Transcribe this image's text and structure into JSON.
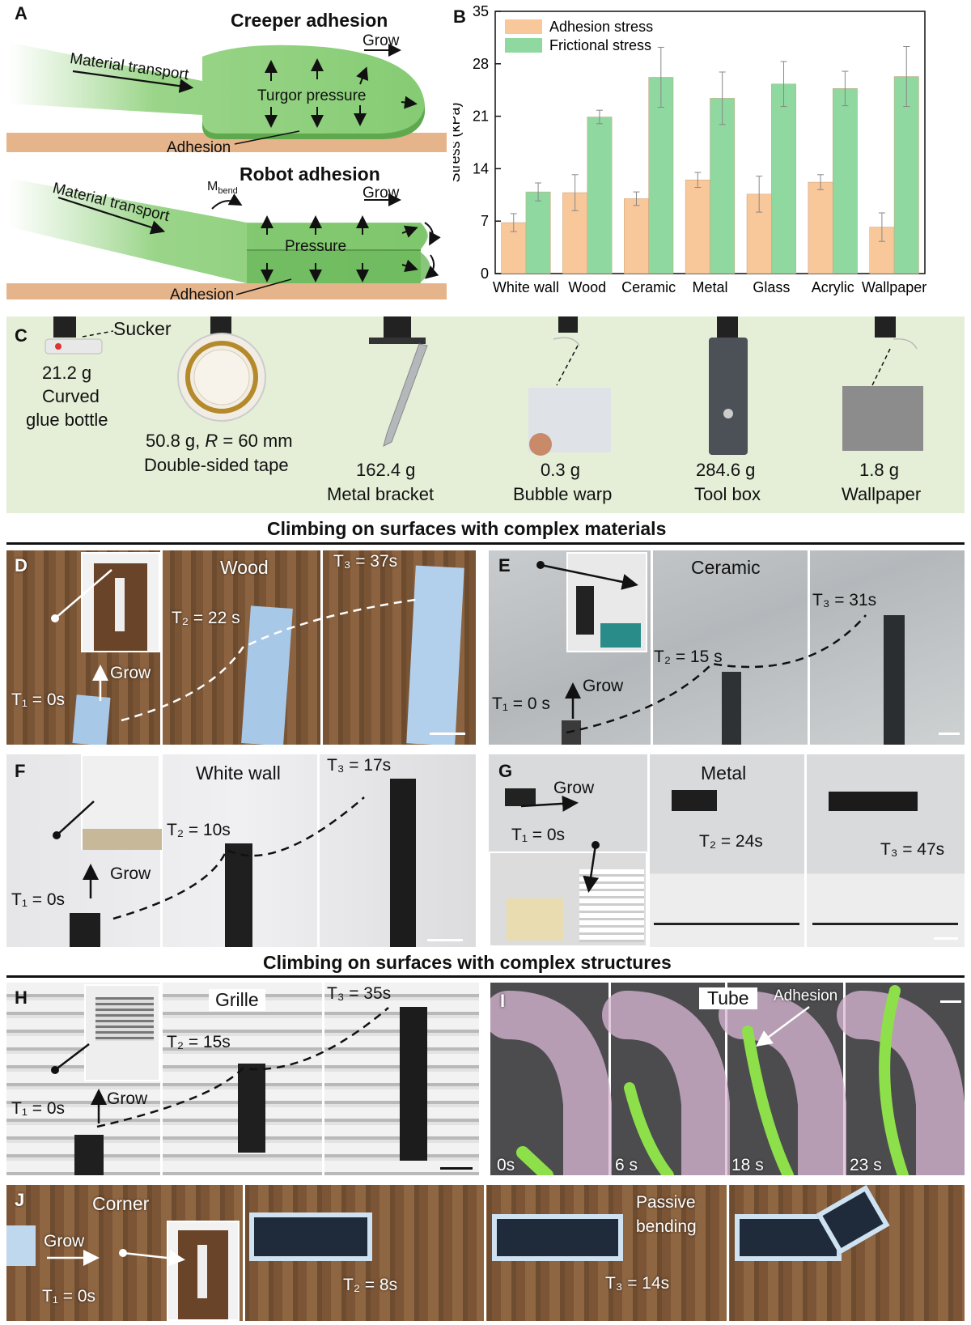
{
  "panels": {
    "A": "A",
    "B": "B",
    "C": "C",
    "D": "D",
    "E": "E",
    "F": "F",
    "G": "G",
    "H": "H",
    "I": "I",
    "J": "J"
  },
  "schematic": {
    "creeper_title": "Creeper adhesion",
    "robot_title": "Robot adhesion",
    "material_transport": "Material transport",
    "turgor_pressure": "Turgor pressure",
    "pressure": "Pressure",
    "grow": "Grow",
    "adhesion": "Adhesion",
    "mbend_main": "M",
    "mbend_sub": "bend"
  },
  "chart_data": {
    "type": "bar",
    "ylabel": "Stress (kPa)",
    "ylim": [
      0,
      35
    ],
    "yticks": [
      "0",
      "7",
      "14",
      "21",
      "28",
      "35"
    ],
    "categories": [
      "White wall",
      "Wood",
      "Ceramic",
      "Metal",
      "Glass",
      "Acrylic",
      "Wallpaper"
    ],
    "series": [
      {
        "name": "Adhesion stress",
        "color": "#f8c79a",
        "values": [
          6.8,
          10.8,
          10.0,
          12.5,
          10.6,
          12.2,
          6.2
        ],
        "errors": [
          1.2,
          2.4,
          0.9,
          1.0,
          2.4,
          1.0,
          1.9
        ]
      },
      {
        "name": "Frictional stress",
        "color": "#8fd8a0",
        "values": [
          10.9,
          20.9,
          26.2,
          23.4,
          25.3,
          24.7,
          26.3
        ],
        "errors": [
          1.2,
          0.9,
          4.0,
          3.5,
          3.0,
          2.3,
          4.0
        ]
      }
    ],
    "legend_position": "top-left"
  },
  "loads": [
    {
      "mass": "21.2 g",
      "name1": "Curved",
      "name2": "glue bottle"
    },
    {
      "mass": "50.8 g, ",
      "r": "R",
      "rval": " = 60 mm",
      "name": "Double-sided tape"
    },
    {
      "mass": "162.4 g",
      "name": "Metal bracket"
    },
    {
      "mass": "0.3 g",
      "name": "Bubble warp"
    },
    {
      "mass": "284.6 g",
      "name": "Tool box"
    },
    {
      "mass": "1.8 g",
      "name": "Wallpaper"
    }
  ],
  "sucker": "Sucker",
  "sections": {
    "materials": "Climbing on surfaces with complex materials",
    "structures": "Climbing on surfaces with complex structures"
  },
  "materials": {
    "D": {
      "surface": "Wood",
      "t1": "T₁ = 0s",
      "t2": "T₂ = 22 s",
      "t3": "T₃ = 37s",
      "grow": "Grow"
    },
    "E": {
      "surface": "Ceramic",
      "t1": "T₁ = 0 s",
      "t2": "T₂ = 15 s",
      "t3": "T₃ = 31s",
      "grow": "Grow"
    },
    "F": {
      "surface": "White wall",
      "t1": "T₁ = 0s",
      "t2": "T₂ = 10s",
      "t3": "T₃ = 17s",
      "grow": "Grow"
    },
    "G": {
      "surface": "Metal",
      "t1": "T₁ = 0s",
      "t2": "T₂ = 24s",
      "t3": "T₃ = 47s",
      "grow": "Grow"
    }
  },
  "structures": {
    "H": {
      "surface": "Grille",
      "t1": "T₁ = 0s",
      "t2": "T₂ = 15s",
      "t3": "T₃ = 35s",
      "grow": "Grow"
    },
    "I": {
      "surface": "Tube",
      "adhesion": "Adhesion",
      "times": [
        "0s",
        "6 s",
        "18 s",
        "23 s"
      ]
    },
    "J": {
      "surface": "Corner",
      "grow": "Grow",
      "t1": "T₁ = 0s",
      "t2": "T₂ = 8s",
      "t3": "T₃ = 14s",
      "passive1": "Passive",
      "passive2": "bending"
    }
  }
}
